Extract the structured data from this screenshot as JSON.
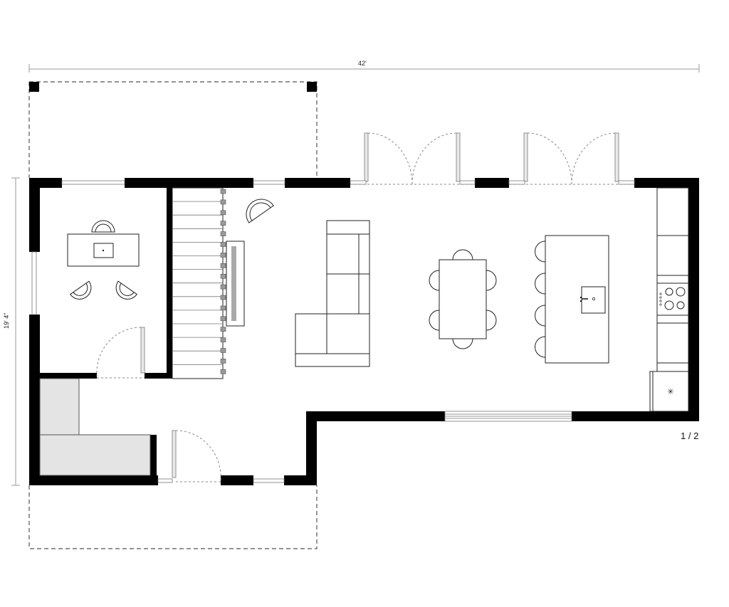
{
  "drawing": {
    "type": "floor plan",
    "dimensions": {
      "overall_width": "42'",
      "overall_depth": "19' 4\""
    },
    "page_indicator": "1 / 2",
    "colors": {
      "wall": "#000000",
      "background": "#ffffff",
      "built_in_fill": "#e4e4e4",
      "dimension_line": "#9a9a9a",
      "dashed_outline": "#555555"
    },
    "rooms": [
      {
        "name": "office",
        "furniture": [
          "desk",
          "desk-chair",
          "lounge-chair",
          "lounge-chair"
        ]
      },
      {
        "name": "stair",
        "features": [
          "staircase",
          "railing"
        ]
      },
      {
        "name": "living",
        "furniture": [
          "sectional-sofa",
          "armchair",
          "media-console"
        ]
      },
      {
        "name": "dining",
        "furniture": [
          "dining-table",
          "chair x6"
        ]
      },
      {
        "name": "kitchen",
        "furniture": [
          "island-with-sink",
          "bar-stool x4",
          "cooktop",
          "counters",
          "refrigerator"
        ]
      },
      {
        "name": "entry",
        "features": [
          "built-in-bench",
          "entry-door"
        ]
      }
    ],
    "outdoor": [
      {
        "name": "rear-covered-porch",
        "style": "dashed"
      },
      {
        "name": "front-porch",
        "style": "dashed"
      }
    ],
    "openings": {
      "french_doors": 2,
      "entry_doors": 1,
      "interior_doors": 1
    }
  }
}
